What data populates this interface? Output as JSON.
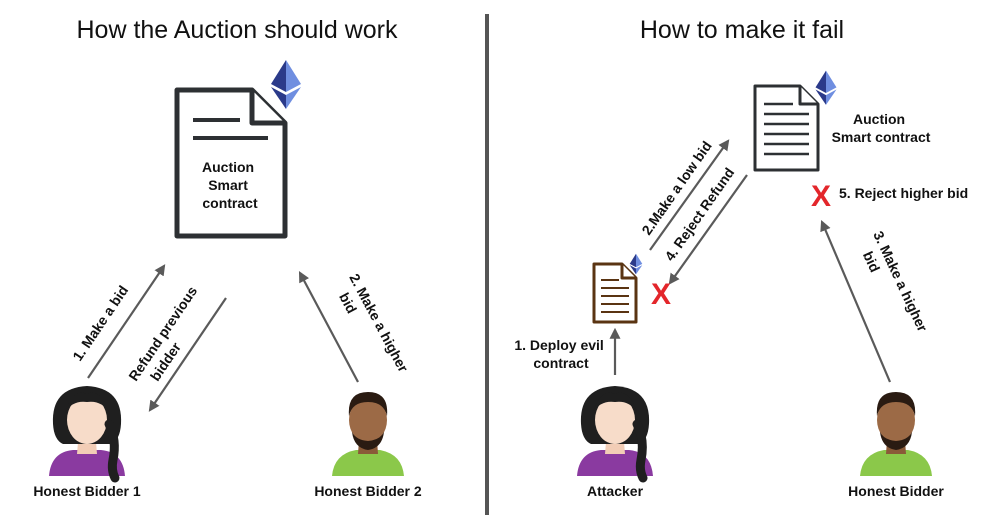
{
  "left_panel": {
    "title": "How the Auction should work",
    "contract_label": [
      "Auction",
      "Smart",
      "contract"
    ],
    "arrow_make_bid": "1. Make a bid",
    "arrow_refund": [
      "Refund previous",
      "bidder"
    ],
    "arrow_higher_bid": [
      "2. Make a higher",
      "bid"
    ],
    "bidder_1": "Honest Bidder 1",
    "bidder_2": "Honest Bidder 2"
  },
  "right_panel": {
    "title": "How to make it fail",
    "contract_label": [
      "Auction",
      "Smart contract"
    ],
    "arrow_low_bid": "2.Make a low bid",
    "arrow_reject_refund": "4. Reject Refund",
    "reject_higher_bid": "5. Reject higher bid",
    "arrow_higher_bid": [
      "3. Make a higher",
      "bid"
    ],
    "deploy_label": [
      "1. Deploy evil",
      "contract"
    ],
    "attacker": "Attacker",
    "honest_bidder": "Honest Bidder",
    "reject_mark": "X"
  },
  "colors": {
    "arrow": "#5a5a5a",
    "divider": "#555555",
    "reject": "#e3262b",
    "evil_contract": "#5a3412",
    "eth_dark": "#2b3a8a",
    "eth_light": "#6f8ee0",
    "woman_shirt": "#8a3aa0",
    "man_shirt": "#8bc84a"
  },
  "icons": [
    "ethereum-icon",
    "document-icon",
    "evil-document-icon",
    "woman-avatar-icon",
    "man-avatar-icon",
    "red-x-icon"
  ]
}
